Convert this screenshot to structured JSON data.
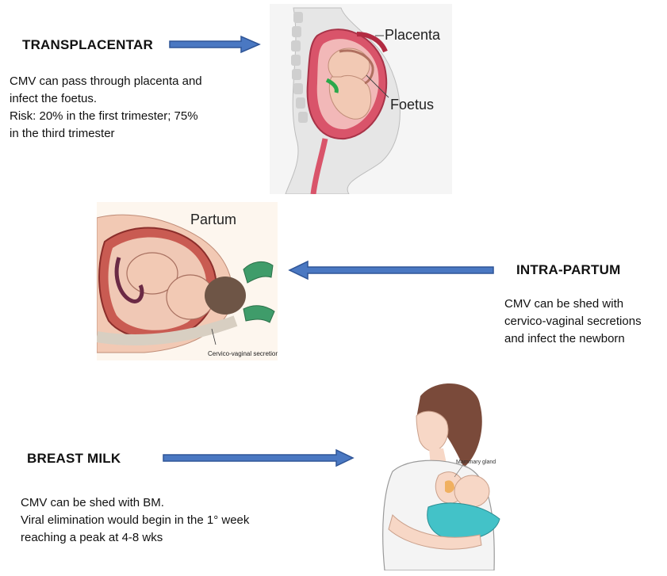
{
  "transplacental": {
    "heading": "TRANSPLACENTAR",
    "lines": [
      "CMV can pass through placenta and",
      "infect the foetus.",
      "Risk: 20% in the first trimester; 75%",
      "in the third trimester"
    ],
    "image_labels": {
      "placenta": "Placenta",
      "foetus": "Foetus"
    }
  },
  "intrapartum": {
    "heading": "INTRA-PARTUM",
    "lines": [
      "CMV can be shed with",
      "cervico-vaginal secretions",
      "and infect the newborn"
    ],
    "image_labels": {
      "partum": "Partum",
      "secretions": "Cervico-vaginal secretions"
    }
  },
  "breast_milk": {
    "heading": "BREAST MILK",
    "lines": [
      "CMV can be shed with BM.",
      "Viral elimination would begin in the 1° week",
      "reaching a peak at 4-8 wks"
    ],
    "image_labels": {
      "gland": "Mammary gland"
    }
  },
  "colors": {
    "arrow_fill": "#4a78c2",
    "arrow_stroke": "#2f5597",
    "skin": "#f2c9b4",
    "uterus": "#d9546a",
    "glove": "#3f9c6a",
    "hair": "#7a4a3a",
    "blanket": "#43c2c8"
  }
}
